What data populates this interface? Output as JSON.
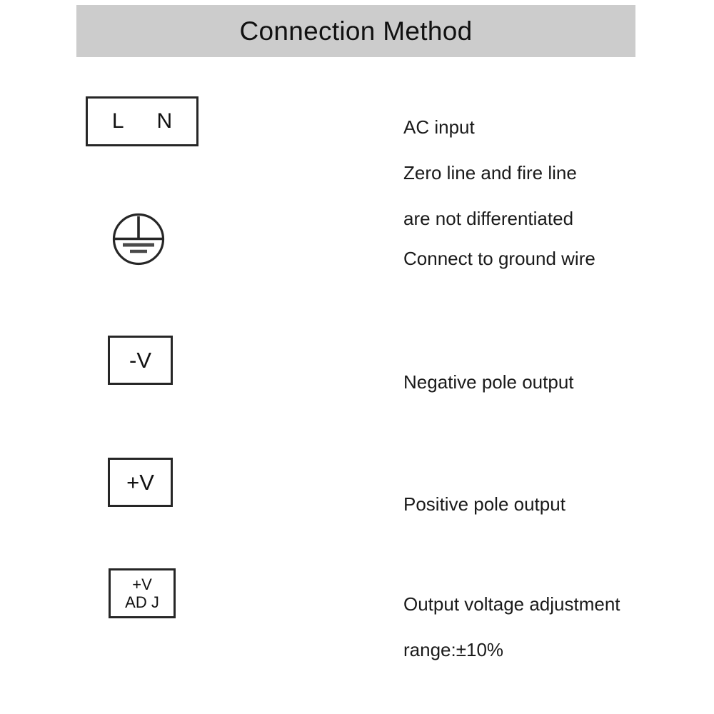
{
  "header": {
    "title": "Connection Method",
    "background_color": "#cccccc"
  },
  "colors": {
    "line": "#262626",
    "text": "#1a1a1a",
    "page_background": "#ffffff"
  },
  "rows": [
    {
      "symbol_type": "terminal-box",
      "terminals": [
        "L",
        "N"
      ],
      "description_lines": [
        "AC input",
        "Zero line and fire line",
        "are not differentiated"
      ]
    },
    {
      "symbol_type": "ground-symbol",
      "terminals": [],
      "description_lines": [
        "Connect to ground wire"
      ]
    },
    {
      "symbol_type": "terminal-box",
      "terminals": [
        "-V"
      ],
      "description_lines": [
        "Negative pole output"
      ]
    },
    {
      "symbol_type": "terminal-box",
      "terminals": [
        "+V"
      ],
      "description_lines": [
        "Positive pole output"
      ]
    },
    {
      "symbol_type": "terminal-box",
      "terminals": [
        "+V",
        "AD J"
      ],
      "description_lines": [
        "Output voltage adjustment",
        "range:±10%"
      ]
    }
  ]
}
